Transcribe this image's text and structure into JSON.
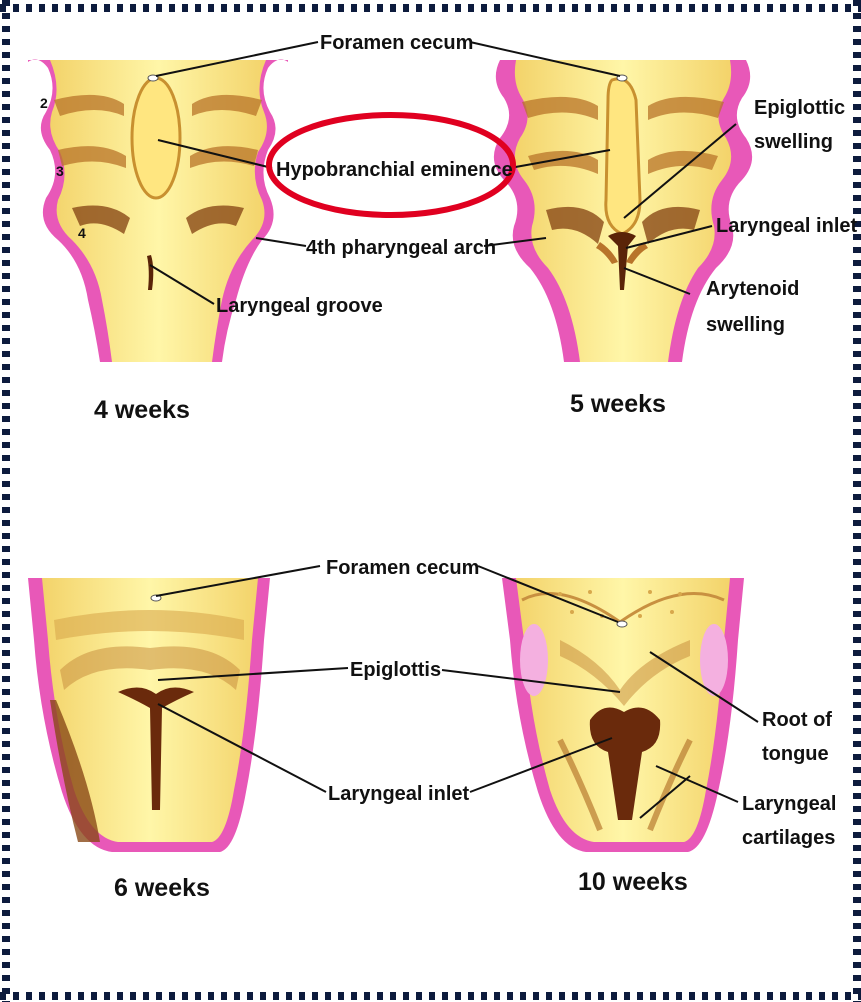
{
  "panels": {
    "p4": {
      "stage": "4 weeks",
      "arch_2": "2",
      "arch_3": "3",
      "arch_4": "4",
      "laryngeal_groove": "Laryngeal groove"
    },
    "p5": {
      "stage": "5 weeks",
      "epiglottic_1": "Epiglottic",
      "epiglottic_2": "swelling",
      "laryngeal_inlet": "Laryngeal inlet",
      "arytenoid_1": "Arytenoid",
      "arytenoid_2": "swelling"
    },
    "p6": {
      "stage": "6 weeks"
    },
    "p10": {
      "stage": "10 weeks",
      "root_1": "Root of",
      "root_2": "tongue",
      "cartilage_1": "Laryngeal",
      "cartilage_2": "cartilages"
    }
  },
  "shared": {
    "foramen_cecum": "Foramen cecum",
    "hypobranchial": "Hypobranchial eminence",
    "fourth_arch": "4th pharyngeal arch",
    "epiglottis": "Epiglottis",
    "laryngeal_inlet": "Laryngeal inlet"
  },
  "colors": {
    "tissue": "#ffee88",
    "pink": "#e858b8",
    "brown": "#7a3a12",
    "highlight": "#e00020",
    "frame": "#0d1b3d"
  }
}
